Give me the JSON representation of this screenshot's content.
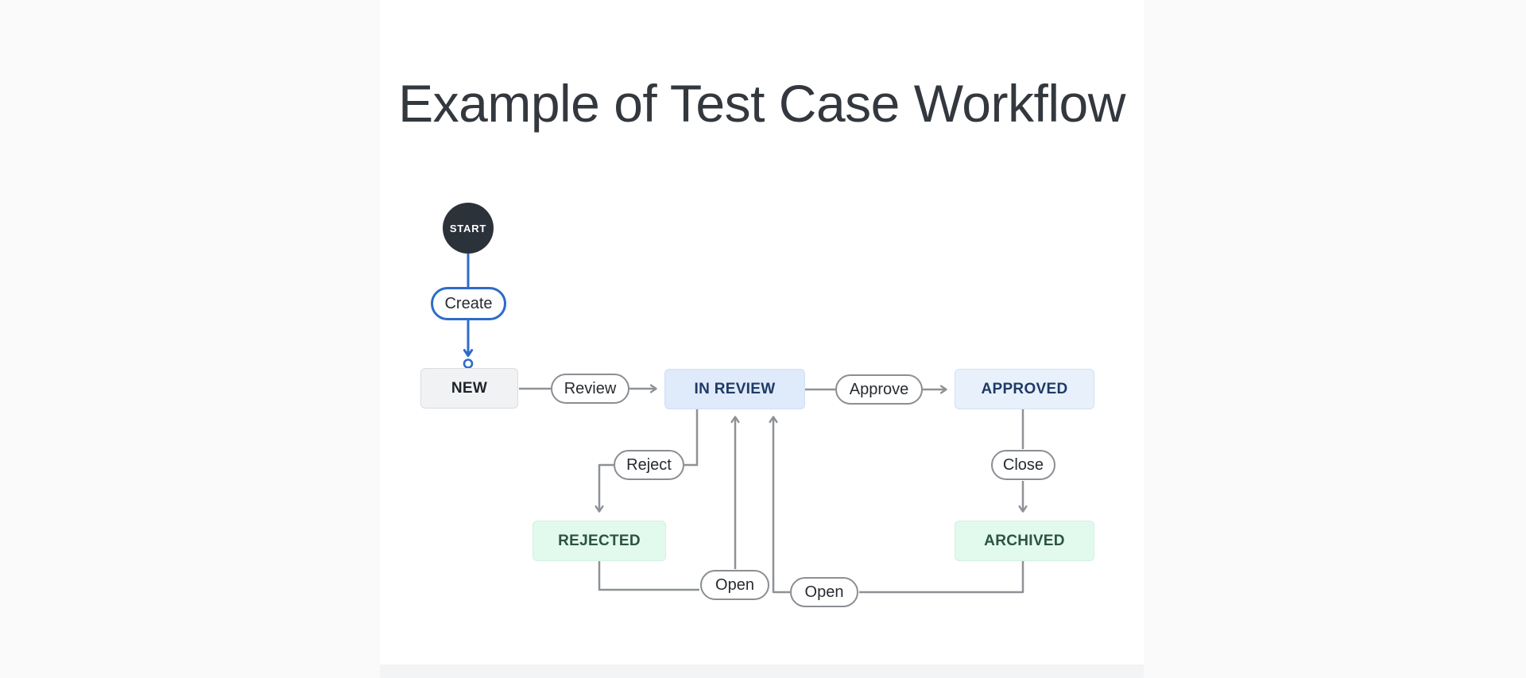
{
  "page": {
    "title": "Example of Test Case Workflow"
  },
  "colors": {
    "page_bg": "#fbfafb",
    "canvas_bg": "#ffffff",
    "footer_strip": "#f3f4f6",
    "title_text": "#33383e",
    "accent_blue": "#2e6cc9",
    "line_gray": "#8e9195",
    "start_bg": "#2c323a",
    "start_text": "#ffffff",
    "neutral_bg": "#f1f2f4",
    "neutral_border": "#dadce0",
    "neutral_text": "#1e2329",
    "info_bg": "#dfeafa",
    "info_bg_light": "#e8f1fb",
    "info_border": "#cfe0f6",
    "info_text": "#1f3a66",
    "success_bg": "#e2faed",
    "success_border": "#d2f0e0",
    "success_text": "#2c5244",
    "pill_bg": "#ffffff",
    "pill_border": "#8b8e92",
    "pill_text": "#272b30"
  },
  "diagram": {
    "start": {
      "label": "START"
    },
    "states": [
      {
        "id": "new",
        "label": "NEW",
        "kind": "neutral"
      },
      {
        "id": "in-review",
        "label": "IN REVIEW",
        "kind": "info"
      },
      {
        "id": "approved",
        "label": "APPROVED",
        "kind": "info"
      },
      {
        "id": "rejected",
        "label": "REJECTED",
        "kind": "success"
      },
      {
        "id": "archived",
        "label": "ARCHIVED",
        "kind": "success"
      }
    ],
    "transitions": [
      {
        "id": "create",
        "label": "Create",
        "from": "start",
        "to": "new"
      },
      {
        "id": "review",
        "label": "Review",
        "from": "new",
        "to": "in-review"
      },
      {
        "id": "approve",
        "label": "Approve",
        "from": "in-review",
        "to": "approved"
      },
      {
        "id": "reject",
        "label": "Reject",
        "from": "in-review",
        "to": "rejected"
      },
      {
        "id": "close",
        "label": "Close",
        "from": "approved",
        "to": "archived"
      },
      {
        "id": "open-rejected",
        "label": "Open",
        "from": "rejected",
        "to": "in-review"
      },
      {
        "id": "open-archived",
        "label": "Open",
        "from": "archived",
        "to": "in-review"
      }
    ]
  }
}
